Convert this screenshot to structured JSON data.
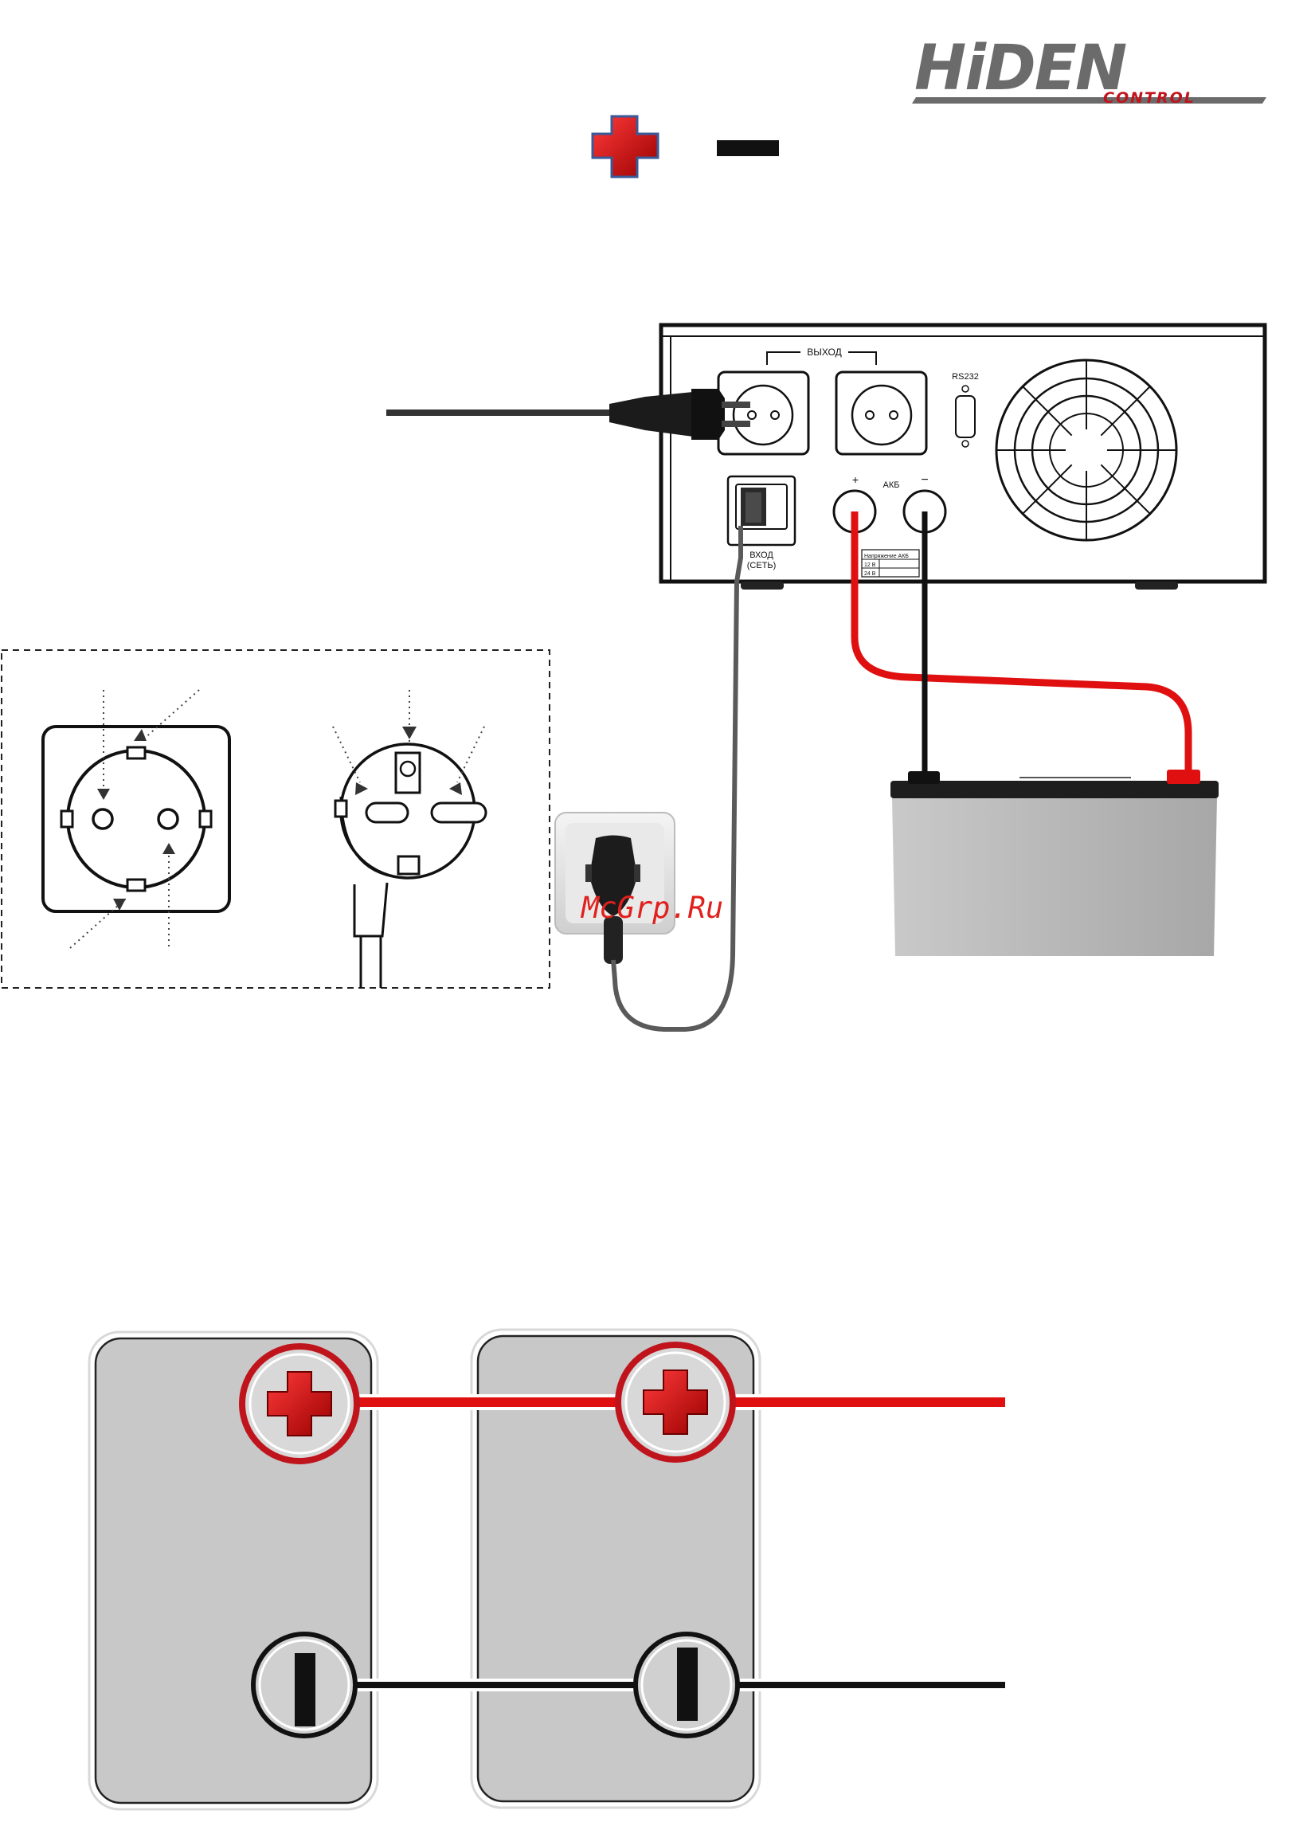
{
  "brand": {
    "name": "HiDEN",
    "sub": "CONTROL"
  },
  "device": {
    "output_label": "ВЫХОД",
    "rs232_label": "RS232",
    "input_label_line1": "ВХОД",
    "input_label_line2": "(СЕТЬ)",
    "battery_label": "АКБ",
    "plus_mark": "+",
    "minus_mark": "−",
    "voltage_table": [
      "Напряжение АКБ",
      "12 В",
      "24 В"
    ]
  },
  "watermark": "McGrp.Ru",
  "colors": {
    "positive": "#e01010",
    "negative": "#111111",
    "battery_body": "#bdbdbd",
    "logo": "#6b6b6b",
    "logo_accent": "#c0141c"
  }
}
